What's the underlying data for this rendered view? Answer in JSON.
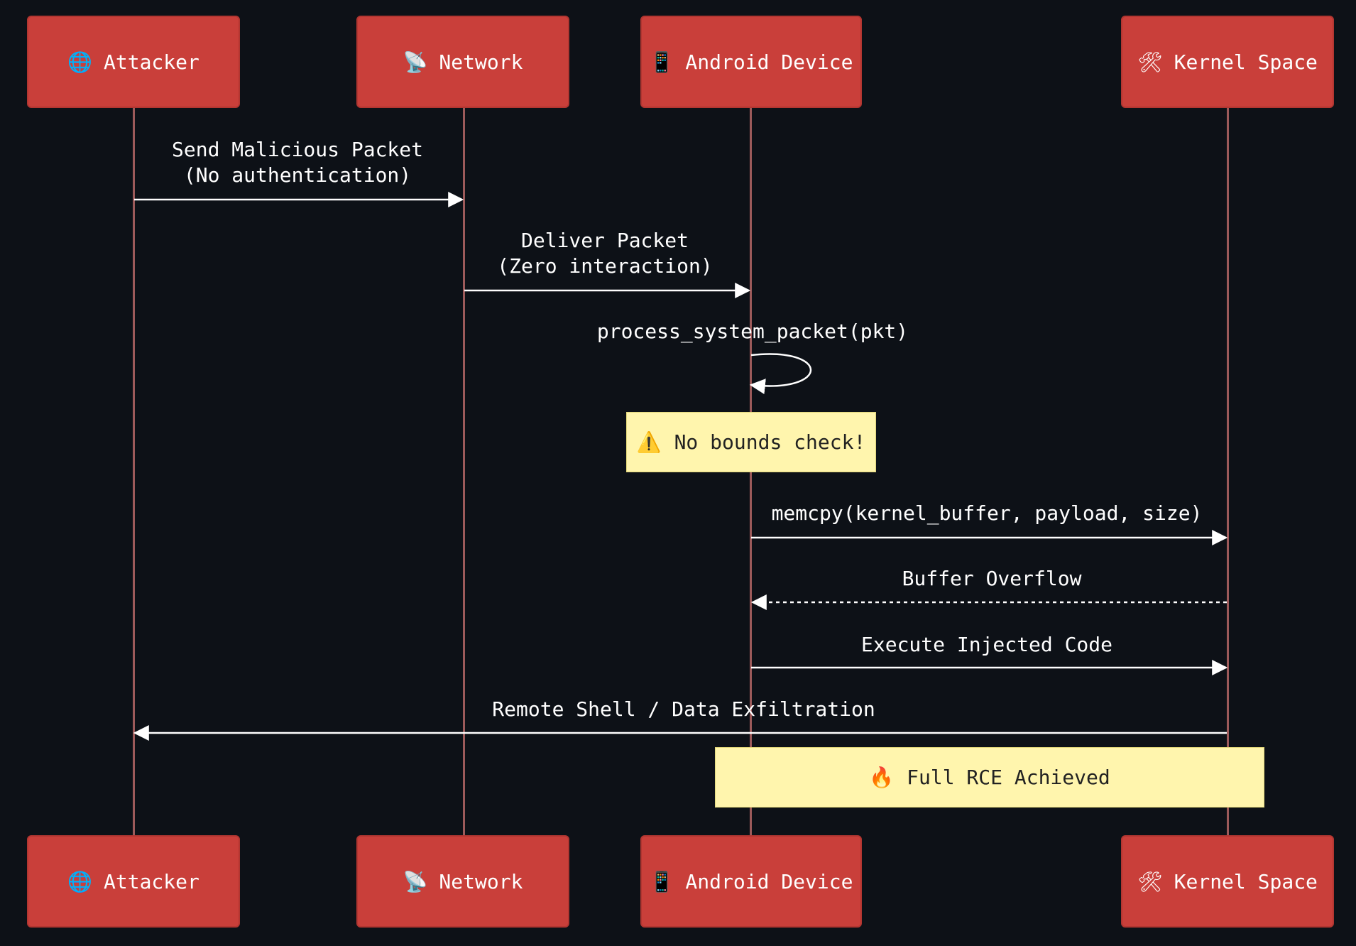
{
  "participants": [
    {
      "id": "attacker",
      "label": "Attacker",
      "icon": "🌐"
    },
    {
      "id": "network",
      "label": "Network",
      "icon": "📡"
    },
    {
      "id": "device",
      "label": "Android Device",
      "icon": "📱"
    },
    {
      "id": "kernel",
      "label": "Kernel Space",
      "icon": "🛠"
    }
  ],
  "messages": [
    {
      "from": "attacker",
      "to": "network",
      "line1": "Send Malicious Packet",
      "line2": "(No authentication)",
      "style": "solid"
    },
    {
      "from": "network",
      "to": "device",
      "line1": "Deliver Packet",
      "line2": "(Zero interaction)",
      "style": "solid"
    },
    {
      "from": "device",
      "to": "device",
      "line1": "process_system_packet(pkt)",
      "line2": "",
      "style": "solid"
    },
    {
      "from": "device",
      "to": "kernel",
      "line1": "memcpy(kernel_buffer, payload, size)",
      "line2": "",
      "style": "solid"
    },
    {
      "from": "kernel",
      "to": "device",
      "line1": "Buffer Overflow",
      "line2": "",
      "style": "dashed"
    },
    {
      "from": "device",
      "to": "kernel",
      "line1": "Execute Injected Code",
      "line2": "",
      "style": "solid"
    },
    {
      "from": "kernel",
      "to": "attacker",
      "line1": "Remote Shell / Data Exfiltration",
      "line2": "",
      "style": "solid"
    }
  ],
  "notes": [
    {
      "text": "No bounds check!",
      "icon": "⚠️"
    },
    {
      "text": "Full RCE Achieved",
      "icon": "🔥"
    }
  ],
  "colors": {
    "actor_fill": "#c93f3a",
    "lifeline": "#9c5a5a",
    "note_fill": "#fff5ad",
    "background": "#0d1117",
    "arrow": "#ffffff"
  }
}
